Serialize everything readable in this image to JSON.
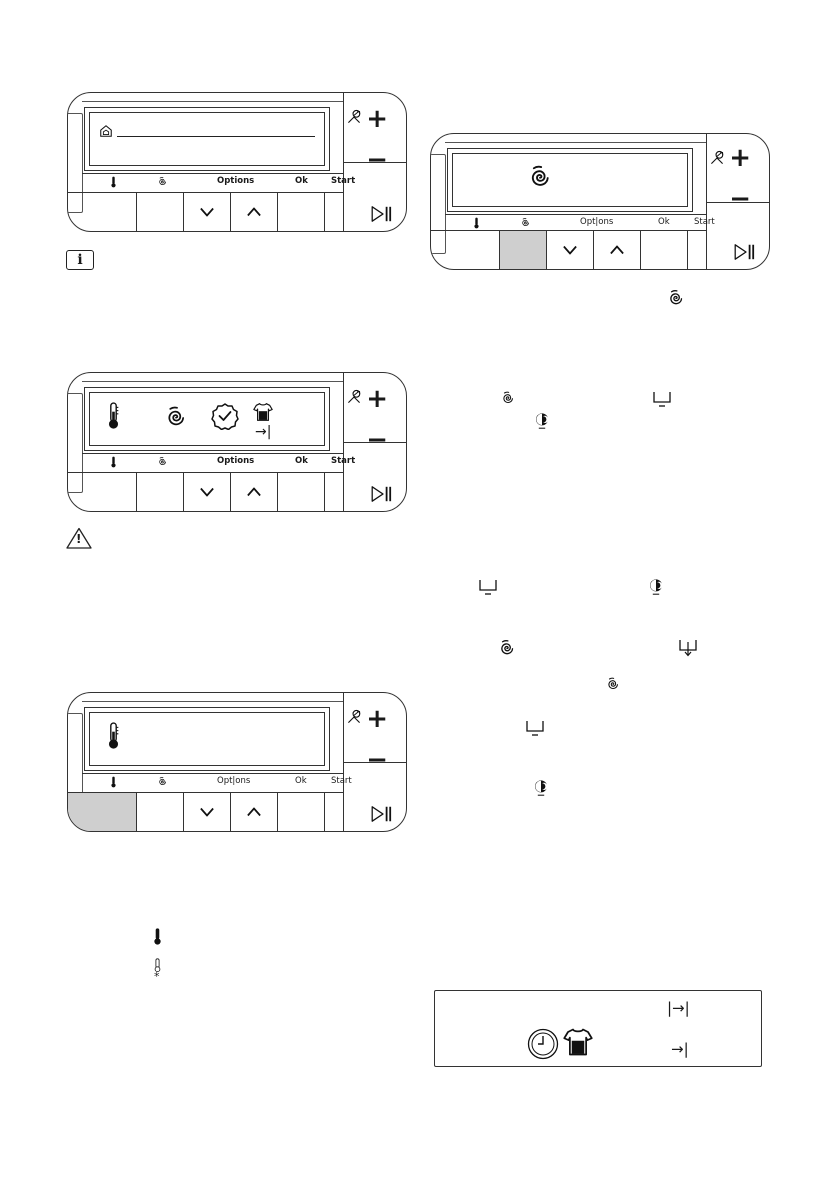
{
  "panel_labels": [
    "Options",
    "Ok",
    "Start"
  ],
  "panel_labels_variant": "Opt|ons",
  "icons": {
    "info": "info-icon",
    "warning": "warning-icon",
    "thermometer": "thermometer-icon",
    "spin": "spin-icon",
    "rinse_hold": "rinse-hold-icon",
    "night": "night-icon",
    "drain": "drain-icon",
    "end_time": "end-time-icon",
    "clock": "clock-icon",
    "laundry": "laundry-icon"
  },
  "info_glyph": "i",
  "warning_glyph": "!",
  "cold_mark": "*",
  "end_arrows": [
    "|→|",
    "→|"
  ],
  "display_arrow": "→|",
  "highlight_color": "#cfcfcf"
}
